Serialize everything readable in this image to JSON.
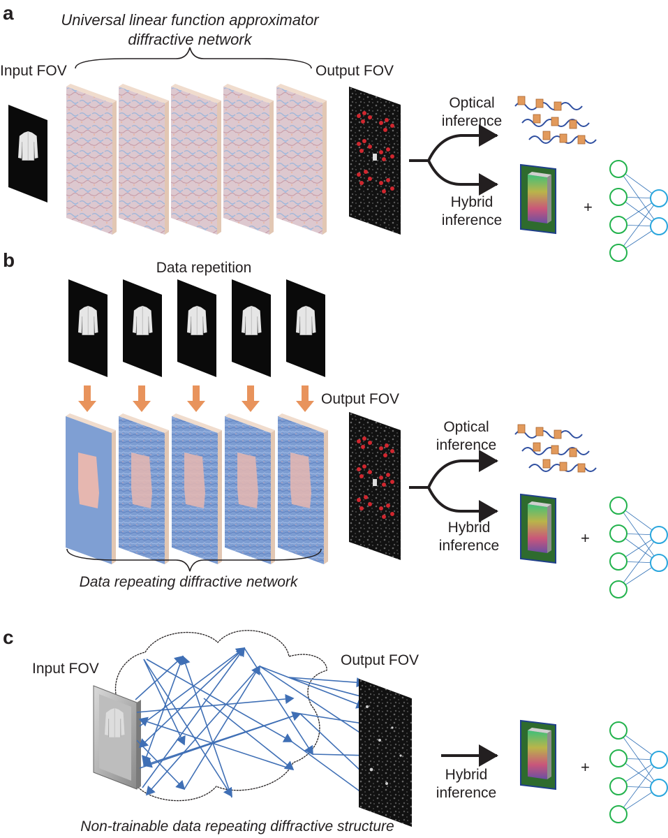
{
  "panel_a": {
    "label": "a",
    "title_line1": "Universal linear function approximator",
    "title_line2": "diffractive network",
    "input_fov": "Input FOV",
    "output_fov": "Output FOV",
    "optical_line1": "Optical",
    "optical_line2": "inference",
    "hybrid_line1": "Hybrid",
    "hybrid_line2": "inference",
    "plus": "+"
  },
  "panel_b": {
    "label": "b",
    "data_repetition": "Data repetition",
    "output_fov": "Output FOV",
    "optical_line1": "Optical",
    "optical_line2": "inference",
    "hybrid_line1": "Hybrid",
    "hybrid_line2": "inference",
    "network_caption": "Data repeating diffractive network",
    "plus": "+"
  },
  "panel_c": {
    "label": "c",
    "input_fov": "Input FOV",
    "output_fov": "Output FOV",
    "hybrid_line1": "Hybrid",
    "hybrid_line2": "inference",
    "caption": "Non-trainable data repeating diffractive structure",
    "plus": "+"
  },
  "colors": {
    "text": "#231f20",
    "layer_edge": "#e8cfc0",
    "layer_a_fill": "#d9c3cf",
    "layer_b_fill": "#7f9fd3",
    "repeat_arrow": "#e8935c",
    "ray_arrow": "#3f6fb5",
    "neuron_input": "#22b24c",
    "neuron_output": "#2aa6dd",
    "output_dots": "#d0272f",
    "chip_board": "#2e6b2e",
    "chip_board_edge": "#1f3f8a"
  },
  "icons": [
    "shirt-icon",
    "photonic-network-icon",
    "chip-icon",
    "neural-network-icon"
  ]
}
